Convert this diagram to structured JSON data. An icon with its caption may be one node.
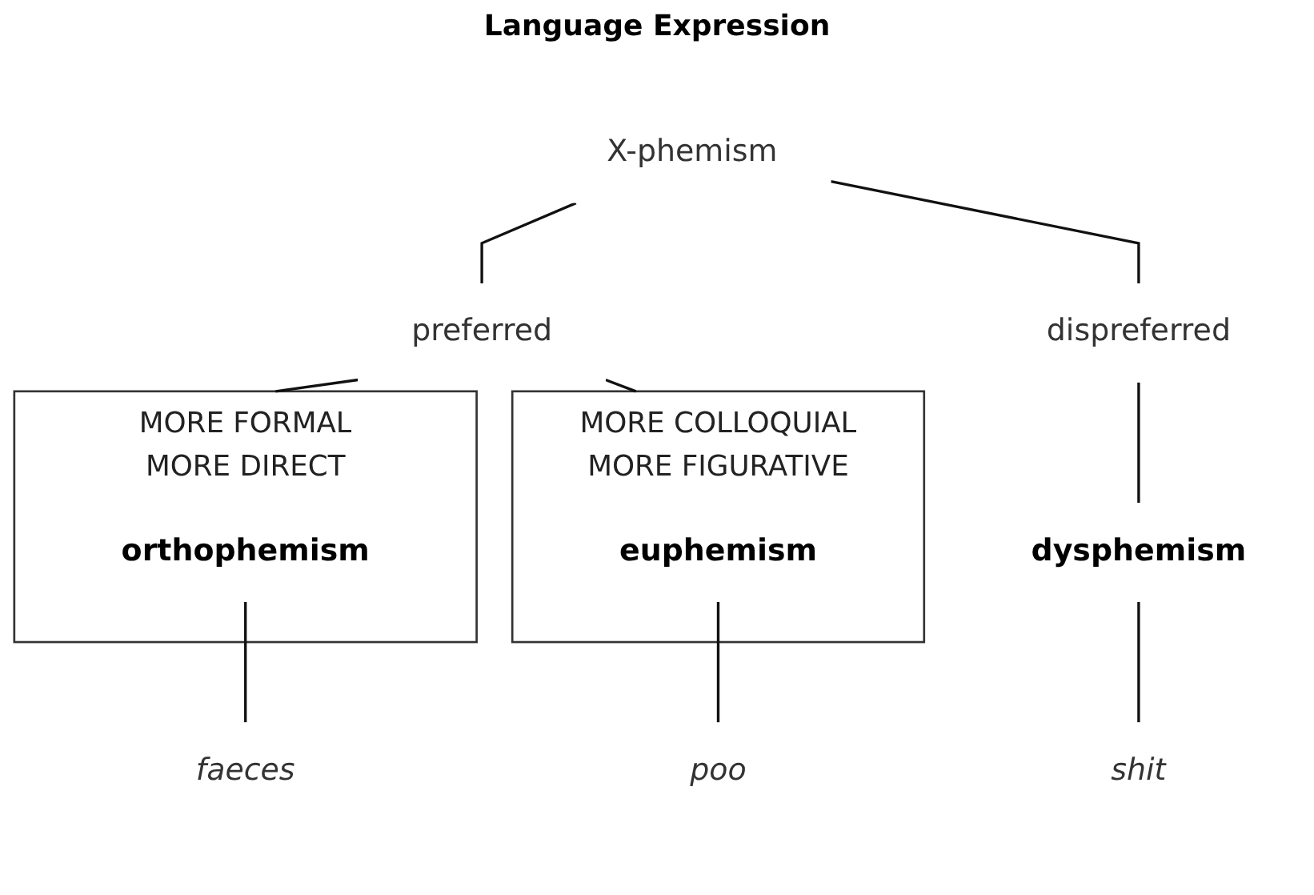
{
  "diagram": {
    "title": "Language Expression",
    "nodes": [
      {
        "text": [
          "X-phemism"
        ]
      },
      {
        "text": [
          "preferred"
        ]
      },
      {
        "text": [
          "dispreferred"
        ]
      },
      {
        "text": [
          "MORE FORMAL",
          "MORE DIRECT"
        ]
      },
      {
        "text": [
          "orthophemism"
        ],
        "in": 3
      },
      {
        "text": [
          "MORE COLLOQUIAL",
          "MORE FIGURATIVE"
        ]
      },
      {
        "text": [
          "euphemism"
        ],
        "in": 5
      },
      {
        "text": [
          "dysphemism"
        ]
      },
      {
        "text": [
          "faeces"
        ]
      },
      {
        "text": [
          "poo"
        ]
      },
      {
        "text": [
          "shit"
        ]
      }
    ],
    "edges": [
      {
        "from": 0,
        "to": 1,
        "arrow": "none"
      },
      {
        "from": 0,
        "to": 2,
        "arrow": "none"
      },
      {
        "from": 1,
        "to": 3,
        "arrow": "none"
      },
      {
        "from": 1,
        "to": 5,
        "arrow": "none"
      },
      {
        "from": 2,
        "to": 7,
        "arrow": "none"
      },
      {
        "from": 4,
        "to": 8,
        "arrow": "none"
      },
      {
        "from": 6,
        "to": 9,
        "arrow": "none"
      },
      {
        "from": 7,
        "to": 10,
        "arrow": "none"
      }
    ]
  }
}
